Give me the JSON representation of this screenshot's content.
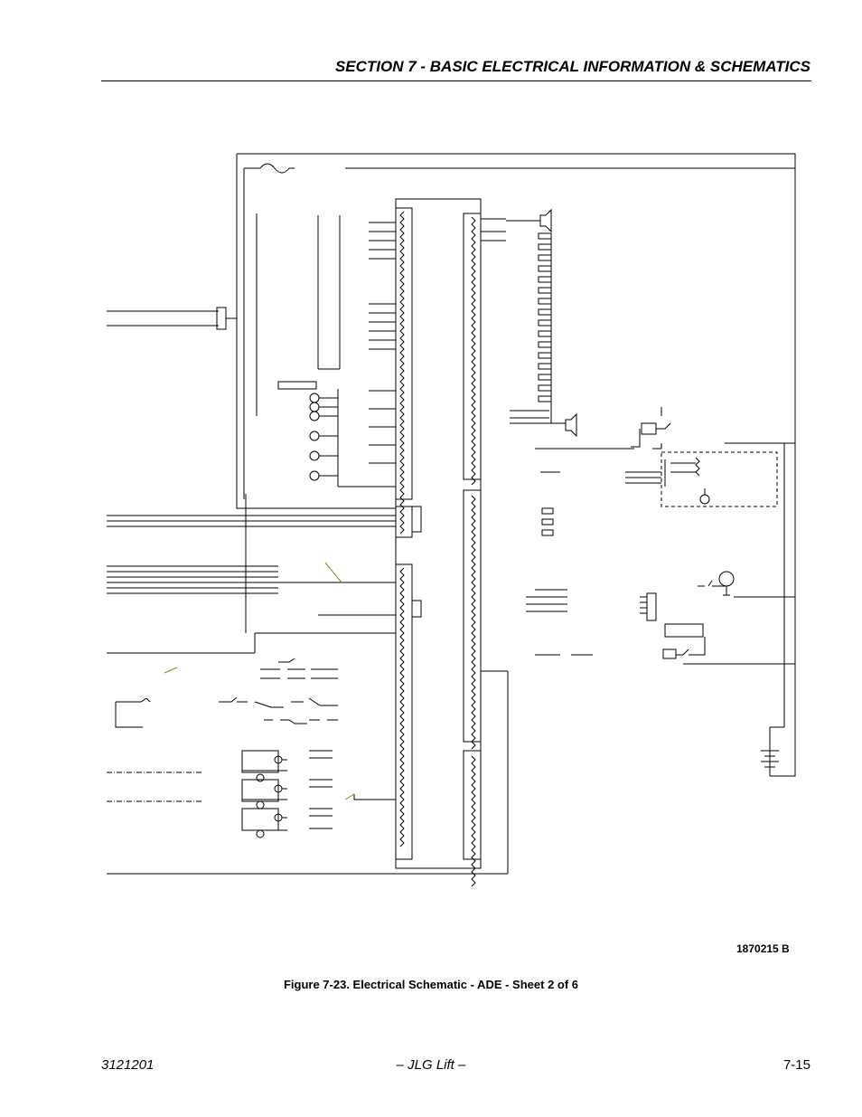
{
  "header": {
    "section_title": "SECTION 7 - BASIC ELECTRICAL INFORMATION & SCHEMATICS"
  },
  "figure": {
    "drawing_number": "1870215 B",
    "caption": "Figure 7-23.  Electrical Schematic - ADE - Sheet 2 of 6"
  },
  "footer": {
    "doc_number": "3121201",
    "publisher": "– JLG Lift –",
    "page_number": "7-15"
  },
  "colors": {
    "line": "#000000",
    "accent_wire": "#7a8a20"
  }
}
